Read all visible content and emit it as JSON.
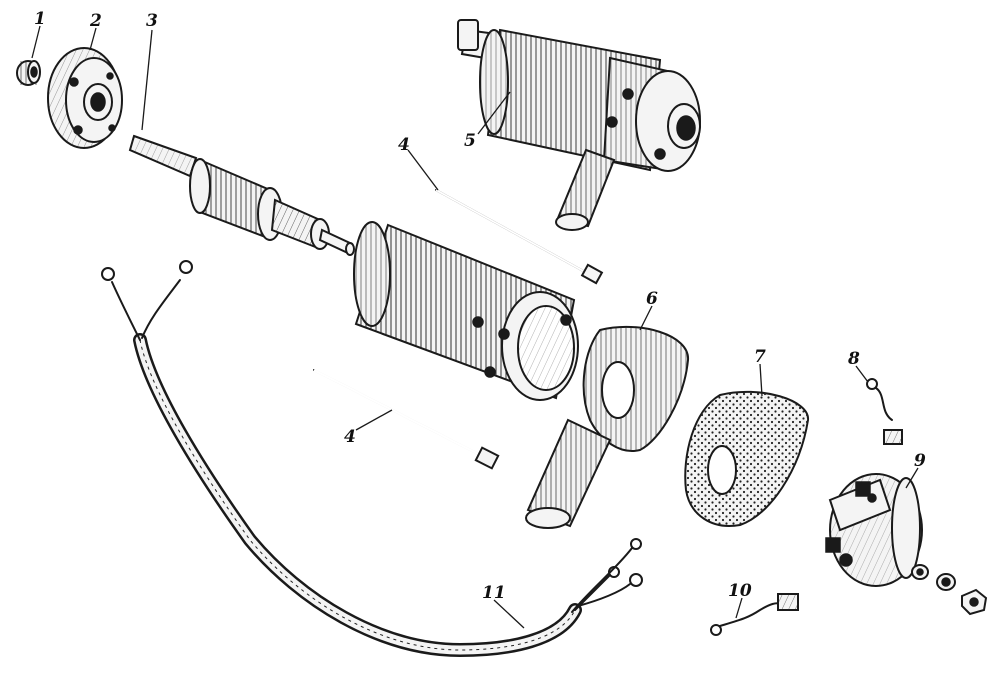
{
  "diagram": {
    "labels": [
      "1",
      "2",
      "3",
      "4",
      "4",
      "5",
      "6",
      "7",
      "8",
      "9",
      "10",
      "11"
    ]
  },
  "colors": {
    "ink": "#1a1a1a",
    "paper": "#ffffff"
  },
  "icons": [
    "bushing-icon",
    "end-cover-icon",
    "armature-icon",
    "tie-bolt-icon",
    "starter-assembly-icon",
    "housing-icon",
    "band-icon",
    "cover-band-icon",
    "brush-icon",
    "brush-holder-icon",
    "cable-harness-icon"
  ]
}
